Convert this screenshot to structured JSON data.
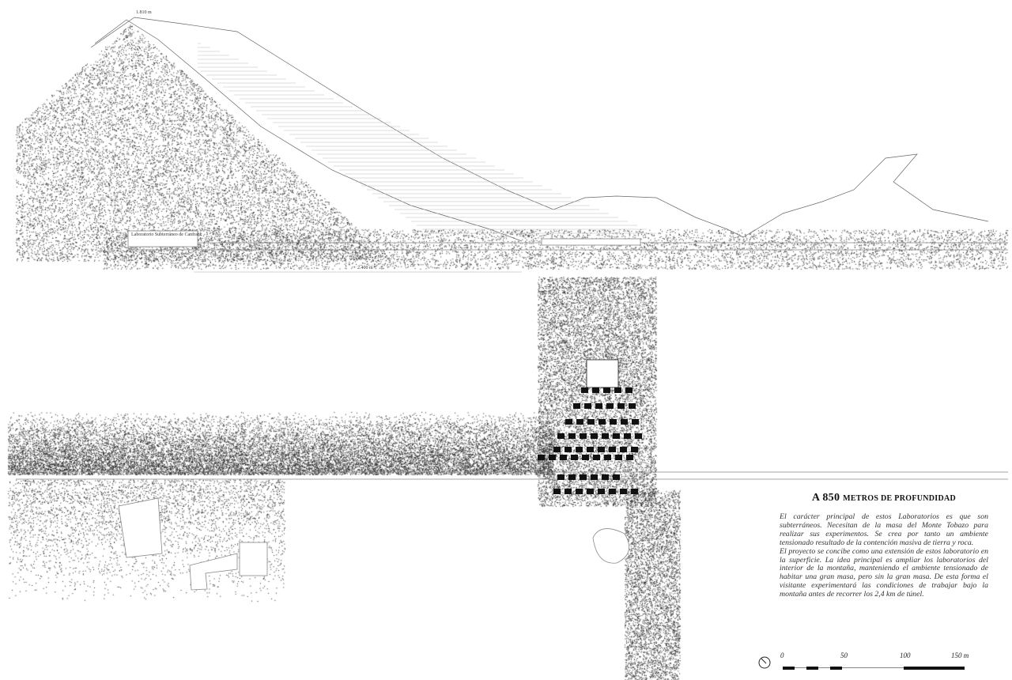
{
  "drawing": {
    "peak_altitude_label": "1.810 m",
    "lab_label": "Laboratorio Subterráneo de Canfranc",
    "tunnel_length_label": "2.400 m"
  },
  "panel": {
    "title_number": "A 850",
    "title_rest": "metros de profundidad",
    "paragraphs": [
      "El carácter principal de estos Laboratorios es que son subterráneos. Necesitan de la masa del Monte Tobazo para realizar sus experimentos. Se crea por tanto un ambiente tensionado resultado de la contención masiva de tierra y roca.",
      "El proyecto se concibe como una extensión de estos laboratorio en la superficie. La idea principal es ampliar los laboratorios del interior de la montaña, manteniendo el ambiente tensionado de habitar una gran masa, pero sin la gran masa. De esta forma el visitante experimentará las condiciones de trabajar bajo la montaña antes de recorrer los 2,4 km de túnel."
    ]
  },
  "scale_bar": {
    "ticks": [
      "0",
      "50",
      "100",
      "150 m"
    ],
    "north_icon": "north-arrow-icon"
  }
}
